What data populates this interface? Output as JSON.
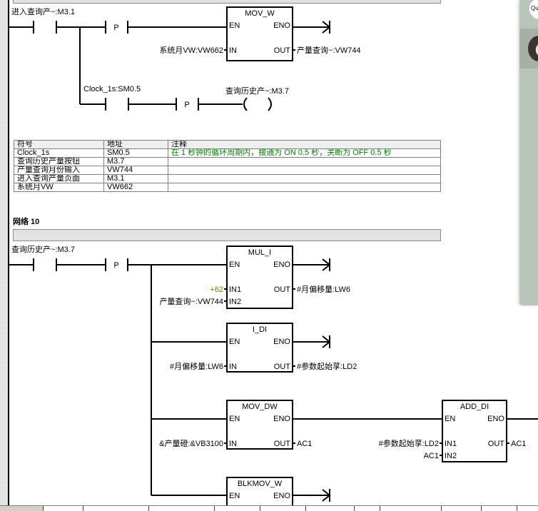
{
  "network9": {
    "rung1": {
      "contact": {
        "symbol": "进入查询产~",
        "address": "M3.1",
        "label": "进入查询产~:M3.1"
      },
      "edge": "P",
      "box": {
        "title": "MOV_W",
        "en": "EN",
        "eno": "ENO",
        "inputs": [
          {
            "pin": "IN",
            "operand": "系统月VW:VW662"
          }
        ],
        "outputs": [
          {
            "pin": "OUT",
            "operand": "产量查询~:VW744"
          }
        ]
      }
    },
    "rung2": {
      "contact": {
        "label": "Clock_1s:SM0.5"
      },
      "edge": "P",
      "coil": {
        "label": "查询历史产~:M3.7"
      }
    },
    "symbol_table": {
      "headers": [
        "符号",
        "地址",
        "注释"
      ],
      "rows": [
        {
          "symbol": "Clock_1s",
          "address": "SM0.5",
          "comment": "在 1 秒钟的循环周期内，接通为 ON 0.5 秒，关断为 OFF 0.5 秒"
        },
        {
          "symbol": "查询历史产量按钮",
          "address": "M3.7",
          "comment": ""
        },
        {
          "symbol": "产量查询月份输入",
          "address": "VW744",
          "comment": ""
        },
        {
          "symbol": "进入查询产量页面",
          "address": "M3.1",
          "comment": ""
        },
        {
          "symbol": "系统月VW",
          "address": "VW662",
          "comment": ""
        }
      ]
    }
  },
  "network10": {
    "title": "网络 10",
    "comment": "",
    "contact": {
      "label": "查询历史产~:M3.7"
    },
    "edge": "P",
    "boxes": [
      {
        "title": "MUL_I",
        "en": "EN",
        "eno": "ENO",
        "inputs": [
          {
            "pin": "IN1",
            "operand": "+62",
            "constant": true
          },
          {
            "pin": "IN2",
            "operand": "产量查询~:VW744"
          }
        ],
        "outputs": [
          {
            "pin": "OUT",
            "operand": "#月偏移量:LW6"
          }
        ]
      },
      {
        "title": "I_DI",
        "en": "EN",
        "eno": "ENO",
        "inputs": [
          {
            "pin": "IN",
            "operand": "#月偏移量:LW6"
          }
        ],
        "outputs": [
          {
            "pin": "OUT",
            "operand": "#参数起始莩:LD2"
          }
        ]
      },
      {
        "title": "MOV_DW",
        "en": "EN",
        "eno": "ENO",
        "inputs": [
          {
            "pin": "IN",
            "operand": "&产量磴:&VB3100"
          }
        ],
        "outputs": [
          {
            "pin": "OUT",
            "operand": "AC1"
          }
        ]
      },
      {
        "title": "ADD_DI",
        "en": "EN",
        "eno": "ENO",
        "inputs": [
          {
            "pin": "IN1",
            "operand": "#参数起始莩:LD2"
          },
          {
            "pin": "IN2",
            "operand": "AC1"
          }
        ],
        "outputs": [
          {
            "pin": "OUT",
            "operand": "AC1"
          }
        ]
      },
      {
        "title": "BLKMOV_W",
        "en": "EN",
        "eno": "ENO",
        "inputs": [],
        "outputs": []
      }
    ]
  },
  "sidebar": {
    "logo_text": "Qu",
    "avatar": "user-avatar"
  },
  "colors": {
    "comment_green": "#008000",
    "constant_olive": "#808000",
    "comment_bar": "#e3e3e3"
  }
}
